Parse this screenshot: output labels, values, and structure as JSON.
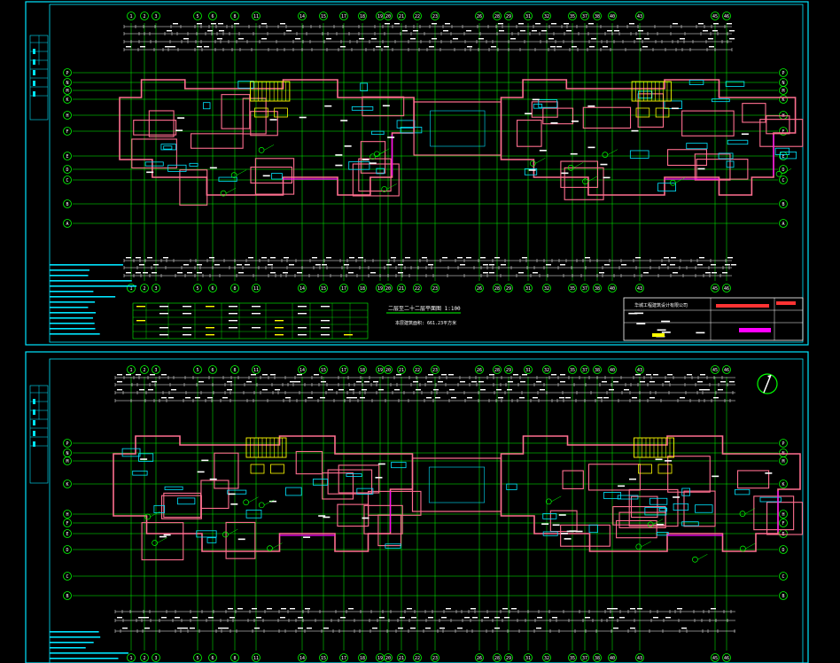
{
  "sheets": [
    {
      "id": "upper",
      "grid_columns": [
        "1",
        "2",
        "3",
        "5",
        "6",
        "8",
        "11",
        "14",
        "15",
        "17",
        "18",
        "19",
        "20",
        "21",
        "22",
        "23",
        "26",
        "28",
        "29",
        "31",
        "32",
        "35",
        "37",
        "38",
        "40",
        "43",
        "45",
        "46"
      ],
      "grid_rows": [
        "P",
        "N",
        "M",
        "K",
        "H",
        "F",
        "E",
        "D",
        "C",
        "B",
        "A"
      ],
      "plan_title": "二层至二十二层平面图 1:100",
      "plan_subtitle": "本层建筑面积: 661.23平方米",
      "title_block": "华城工程建筑设计有限公司"
    },
    {
      "id": "lower",
      "grid_columns": [
        "1",
        "2",
        "3",
        "5",
        "6",
        "8",
        "11",
        "14",
        "15",
        "17",
        "18",
        "19",
        "20",
        "21",
        "22",
        "23",
        "26",
        "28",
        "29",
        "31",
        "32",
        "35",
        "37",
        "38",
        "40",
        "43",
        "45",
        "46"
      ],
      "grid_rows": [
        "P",
        "N",
        "M",
        "K",
        "H",
        "F",
        "E",
        "D",
        "C",
        "B",
        "A"
      ]
    }
  ],
  "colors": {
    "background": "#000000",
    "frame": "#00e5ff",
    "grid": "#00ff00",
    "walls": "#ff6f8f",
    "dims": "#ffffff",
    "accent": "#ffff00",
    "magenta": "#ff00ff"
  },
  "icons": {
    "north_arrow": "north-arrow-icon"
  }
}
